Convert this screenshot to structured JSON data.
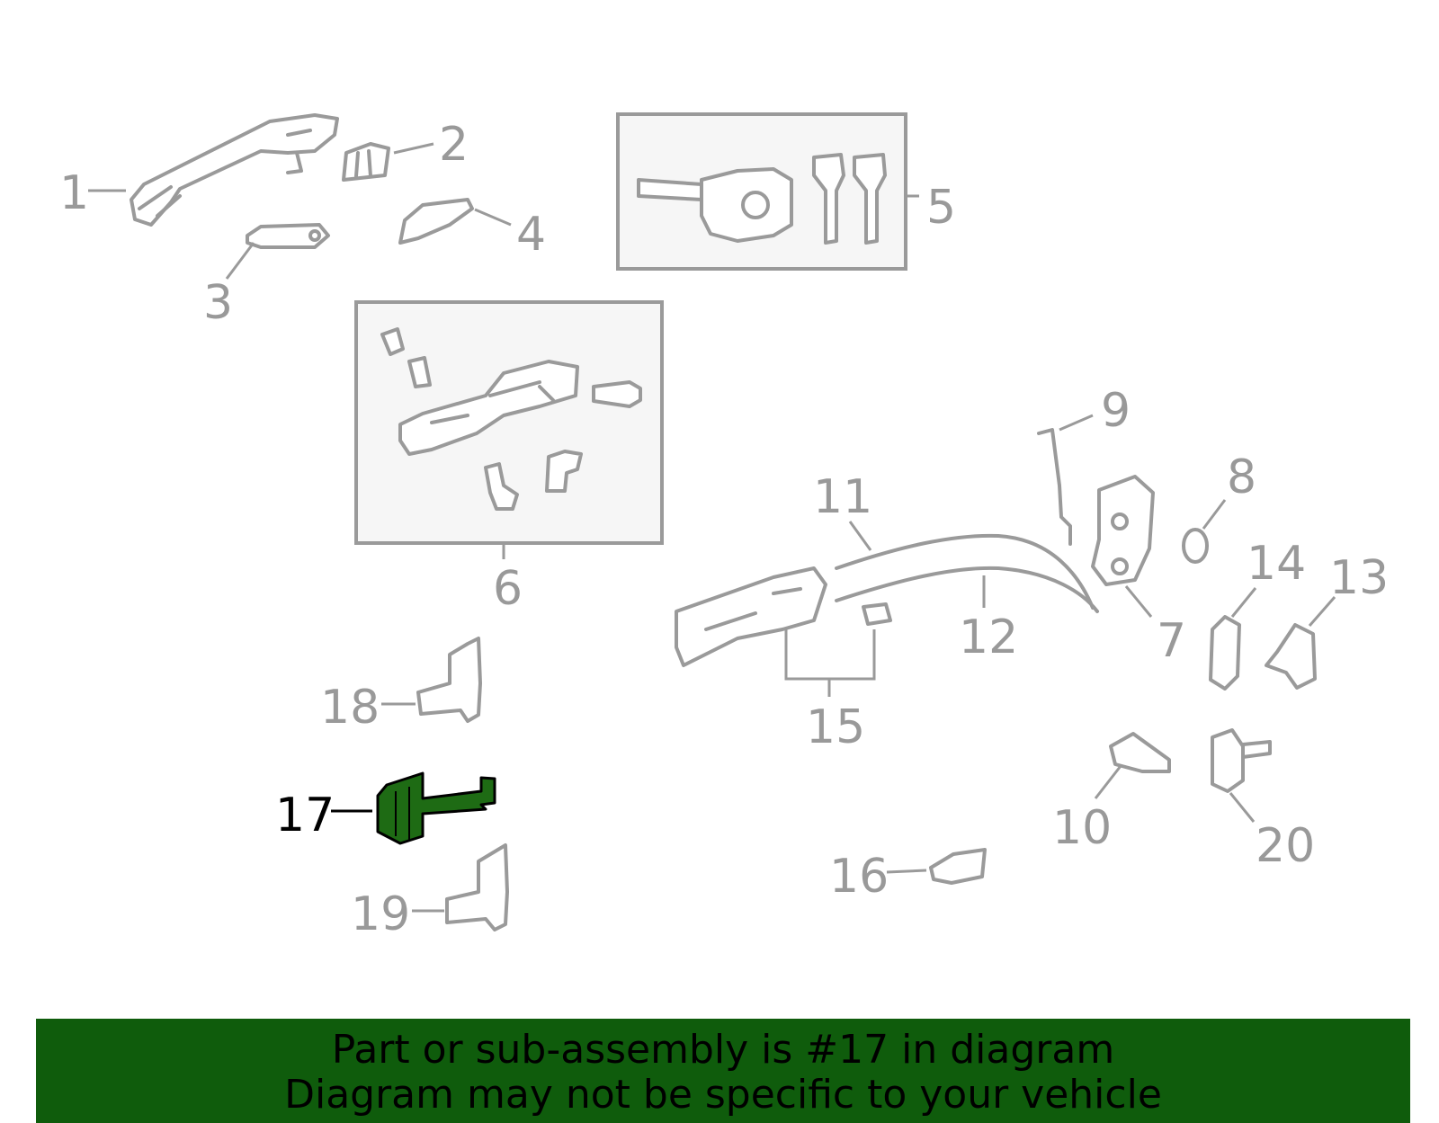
{
  "callouts": [
    {
      "id": "1",
      "label": "1"
    },
    {
      "id": "2",
      "label": "2"
    },
    {
      "id": "3",
      "label": "3"
    },
    {
      "id": "4",
      "label": "4"
    },
    {
      "id": "5",
      "label": "5"
    },
    {
      "id": "6",
      "label": "6"
    },
    {
      "id": "7",
      "label": "7"
    },
    {
      "id": "8",
      "label": "8"
    },
    {
      "id": "9",
      "label": "9"
    },
    {
      "id": "10",
      "label": "10"
    },
    {
      "id": "11",
      "label": "11"
    },
    {
      "id": "12",
      "label": "12"
    },
    {
      "id": "13",
      "label": "13"
    },
    {
      "id": "14",
      "label": "14"
    },
    {
      "id": "15",
      "label": "15"
    },
    {
      "id": "16",
      "label": "16"
    },
    {
      "id": "17",
      "label": "17"
    },
    {
      "id": "18",
      "label": "18"
    },
    {
      "id": "19",
      "label": "19"
    },
    {
      "id": "20",
      "label": "20"
    }
  ],
  "highlighted_part": "17",
  "colors": {
    "part_gray": "#9a9a9a",
    "highlight_green": "#1e6b14",
    "banner_green": "#0f5c0c",
    "box_fill": "#f6f6f6"
  },
  "banner": {
    "line1": "Part or sub-assembly is #17 in diagram",
    "line2": "Diagram may not be specific to your vehicle"
  }
}
